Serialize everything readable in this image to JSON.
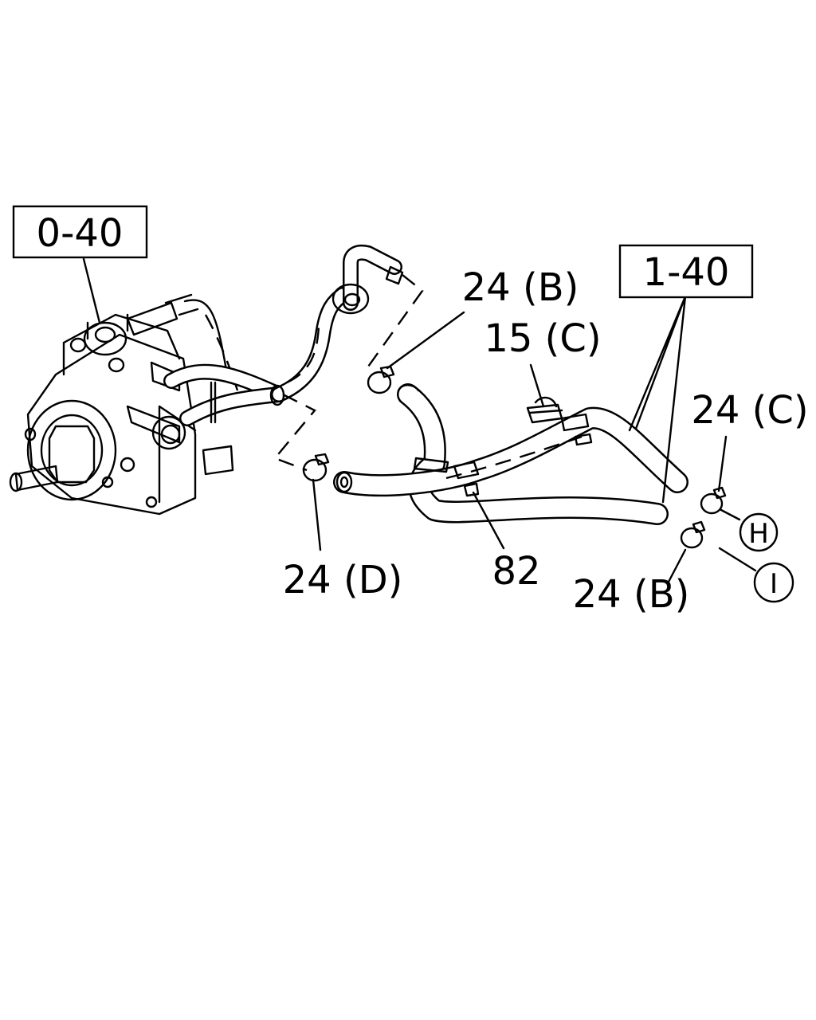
{
  "callouts": {
    "pump_ref": "0-40",
    "hose_ref": "1-40",
    "clamp_b_top": "24 (B)",
    "clip_c": "15 (C)",
    "clamp_c": "24 (C)",
    "clamp_d": "24 (D)",
    "clip_82": "82",
    "clamp_b_bottom": "24 (B)",
    "conn_h": "H",
    "conn_i": "I"
  }
}
